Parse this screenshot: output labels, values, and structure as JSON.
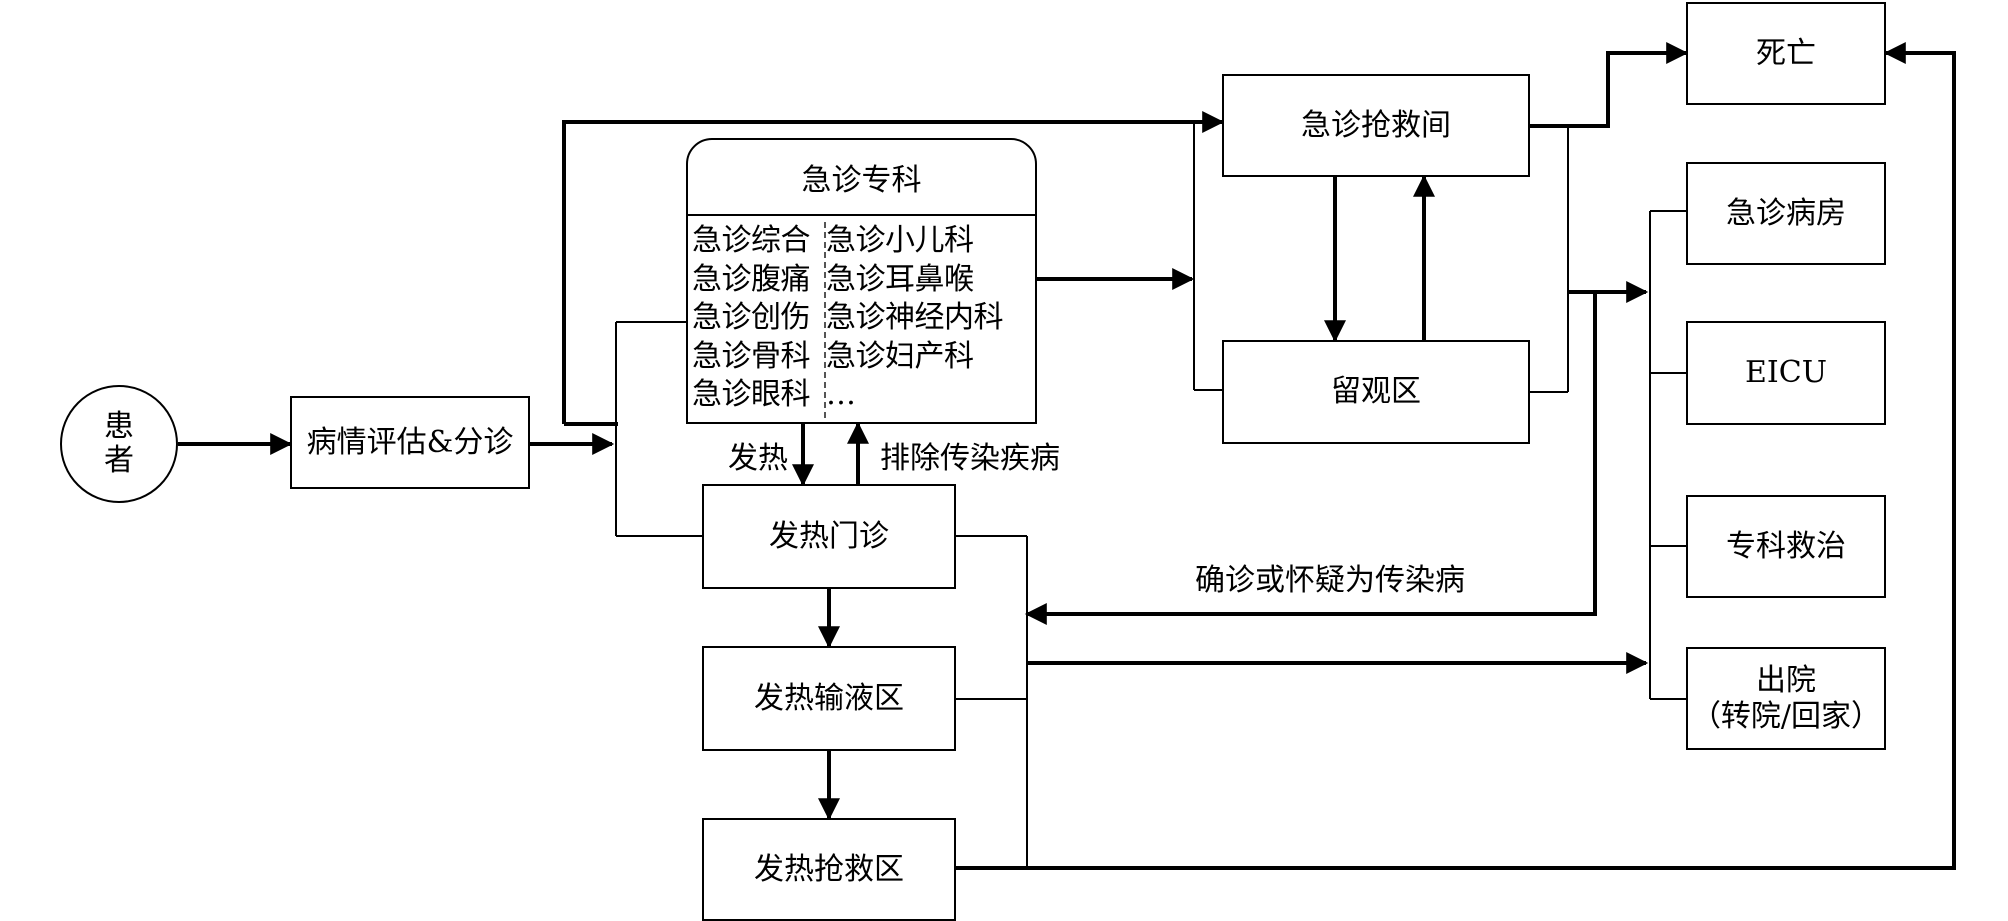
{
  "nodes": {
    "patient": {
      "line1": "患",
      "line2": "者"
    },
    "triage": "病情评估&分诊",
    "specialty": {
      "title": "急诊专科",
      "left_col": [
        "急诊综合",
        "急诊腹痛",
        "急诊创伤",
        "急诊骨科",
        "急诊眼科"
      ],
      "right_col": [
        "急诊小儿科",
        "急诊耳鼻喉",
        "急诊神经内科",
        "急诊妇产科",
        "…"
      ]
    },
    "fever_clinic": "发热门诊",
    "fever_infusion": "发热输液区",
    "fever_rescue": "发热抢救区",
    "resus_room": "急诊抢救间",
    "observation": "留观区",
    "death": "死亡",
    "er_ward": "急诊病房",
    "eicu": "EICU",
    "specialty_treatment": "专科救治",
    "discharge": {
      "line1": "出院",
      "line2": "（转院/回家）"
    }
  },
  "edge_labels": {
    "fever": "发热",
    "exclude_infectious": "排除传染疾病",
    "confirmed_infectious": "确诊或怀疑为传染病"
  }
}
